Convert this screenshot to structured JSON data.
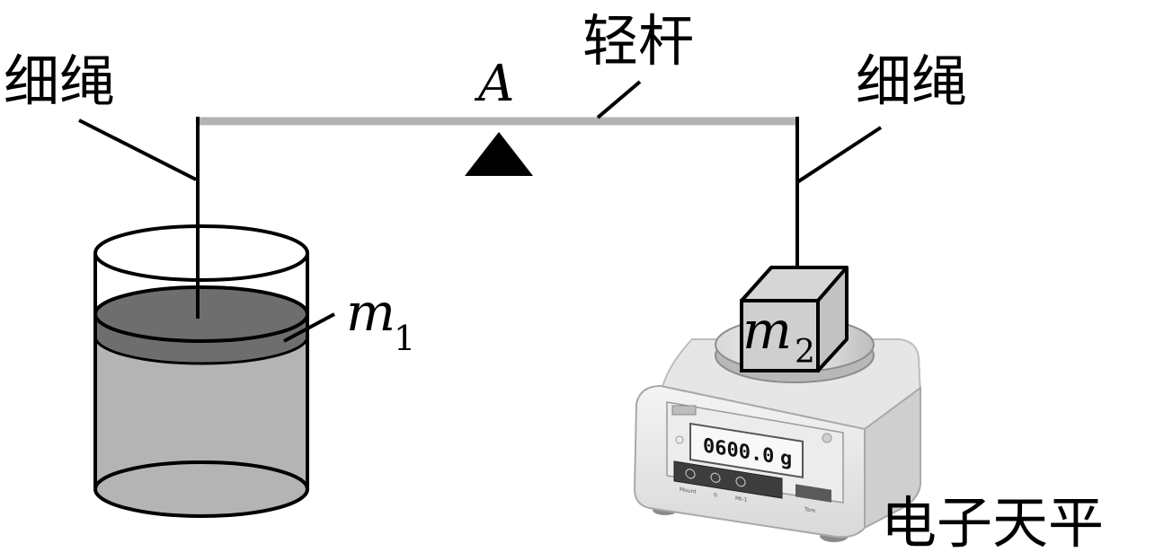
{
  "labels": {
    "rope_left": "细绳",
    "rope_right": "细绳",
    "rod": "轻杆",
    "pivot": "A",
    "m1_var": "m",
    "m1_sub": "1",
    "m2_var": "m",
    "m2_sub": "2",
    "balance": "电子天平"
  },
  "scale": {
    "display": "0600.0",
    "unit": "g",
    "buttons": [
      "Mount",
      "0",
      "Mt-1",
      "Tare"
    ]
  },
  "colors": {
    "rod": "#b3b3b3",
    "liquid_surface": "#6e6e6e",
    "liquid_body": "#b4b4b4",
    "block": "#cfcfcf"
  }
}
